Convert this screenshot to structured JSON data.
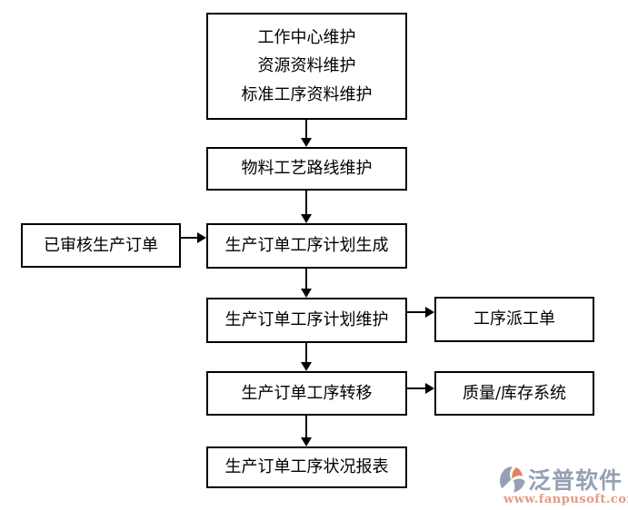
{
  "flowchart": {
    "nodes": {
      "master_data": {
        "lines": [
          "工作中心维护",
          "资源资料维护",
          "标准工序资料维护"
        ]
      },
      "routing": {
        "label": "物料工艺路线维护"
      },
      "approved_order": {
        "label": "已审核生产订单"
      },
      "plan_generate": {
        "label": "生产订单工序计划生成"
      },
      "plan_maintain": {
        "label": "生产订单工序计划维护"
      },
      "dispatch_order": {
        "label": "工序派工单"
      },
      "process_transfer": {
        "label": "生产订单工序转移"
      },
      "quality_inventory": {
        "label": "质量/库存系统"
      },
      "status_report": {
        "label": "生产订单工序状况报表"
      }
    },
    "line_color": "#000000"
  },
  "logo": {
    "brand": "泛普软件",
    "url": "www.fanpusoft.com",
    "colors": {
      "brand": "#96a0b4",
      "url": "#e59b7f",
      "accent": "#e0845f"
    }
  }
}
